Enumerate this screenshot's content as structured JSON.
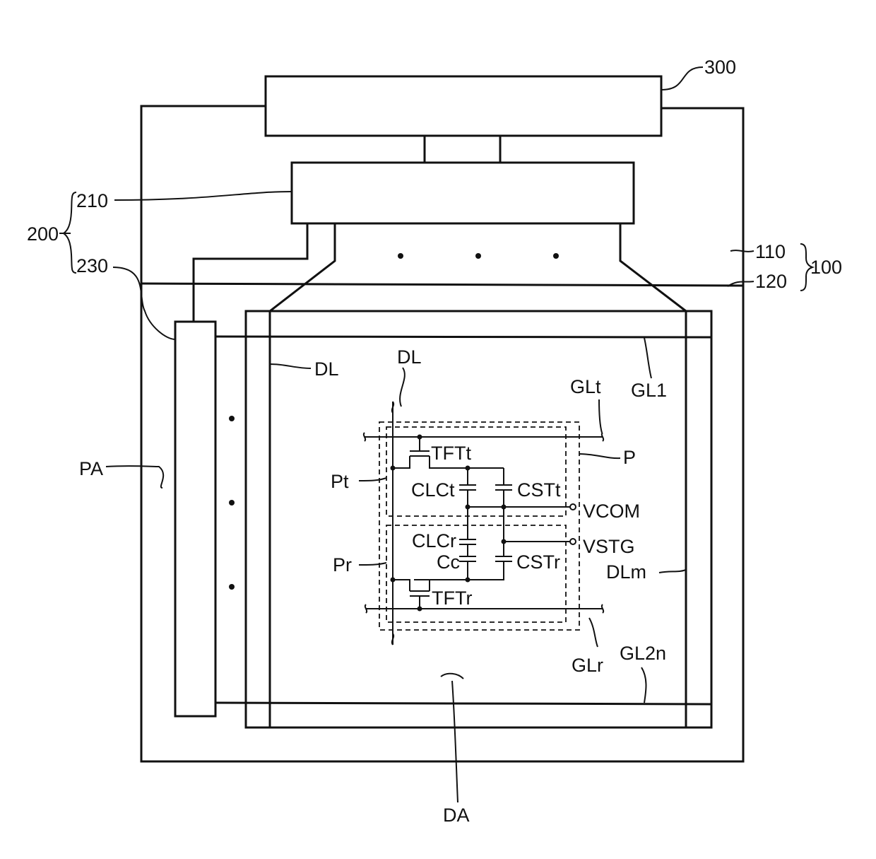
{
  "labels": {
    "l300": "300",
    "l210": "210",
    "l200": "200",
    "l230": "230",
    "l110": "110",
    "l120": "120",
    "l100": "100",
    "dl_left": "DL",
    "dl_top": "DL",
    "glt": "GLt",
    "gl1": "GL1",
    "p": "P",
    "pa": "PA",
    "pt": "Pt",
    "tftt": "TFTt",
    "clct": "CLCt",
    "cstt": "CSTt",
    "vcom": "VCOM",
    "clcr": "CLCr",
    "vstg": "VSTG",
    "cc": "Cc",
    "cstr": "CSTr",
    "pr": "Pr",
    "dlm": "DLm",
    "tftr": "TFTr",
    "glr": "GLr",
    "gl2n": "GL2n",
    "da": "DA"
  }
}
